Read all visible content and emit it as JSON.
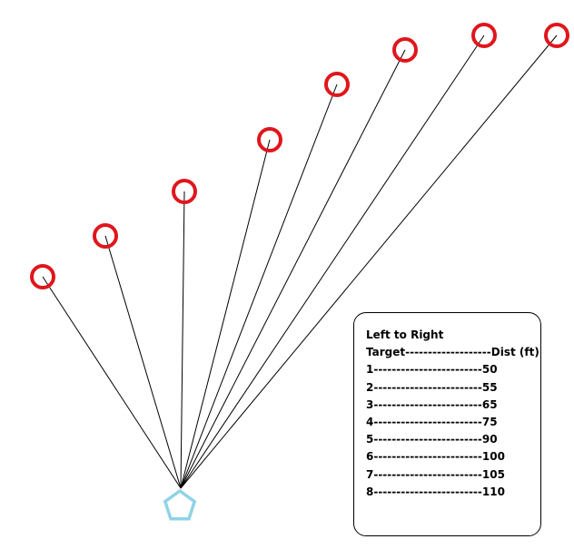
{
  "diagram": {
    "colors": {
      "target": "#e0161c",
      "shooter": "#8fd3e6",
      "line": "#000000"
    },
    "icons": {
      "target": "circle-target-icon",
      "shooter": "pentagon-shooter-icon"
    },
    "legend": {
      "title": "Left to Right",
      "header": "Target-------------------Dist (ft)",
      "rows": [
        {
          "target": "1",
          "dashes": "------------------------",
          "dist": "50"
        },
        {
          "target": "2",
          "dashes": "------------------------",
          "dist": "55"
        },
        {
          "target": "3",
          "dashes": "------------------------",
          "dist": "65"
        },
        {
          "target": "4",
          "dashes": "------------------------",
          "dist": "75"
        },
        {
          "target": "5",
          "dashes": "------------------------",
          "dist": "90"
        },
        {
          "target": "6",
          "dashes": "------------------------",
          "dist": "100"
        },
        {
          "target": "7",
          "dashes": "------------------------",
          "dist": "105"
        },
        {
          "target": "8",
          "dashes": "------------------------",
          "dist": "110"
        }
      ]
    }
  }
}
